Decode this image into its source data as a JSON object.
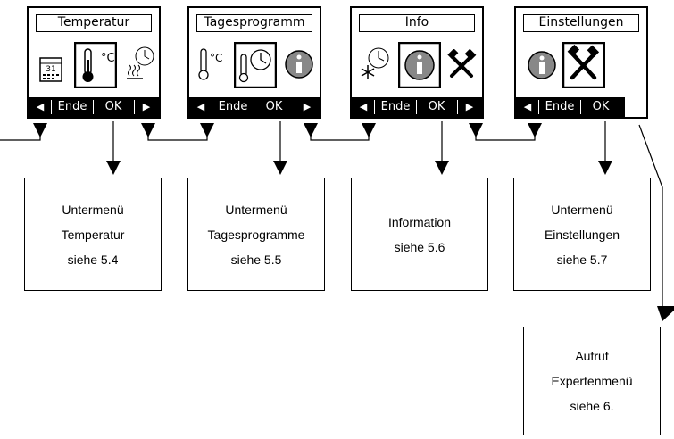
{
  "screens": [
    {
      "title": "Temperatur",
      "arrow_left": "◀",
      "ende": "Ende",
      "ok": "OK",
      "arrow_right": "▶"
    },
    {
      "title": "Tagesprogramm",
      "arrow_left": "◀",
      "ende": "Ende",
      "ok": "OK",
      "arrow_right": "▶"
    },
    {
      "title": "Info",
      "arrow_left": "◀",
      "ende": "Ende",
      "ok": "OK",
      "arrow_right": "▶"
    },
    {
      "title": "Einstellungen",
      "arrow_left": "◀",
      "ende": "Ende",
      "ok": "OK"
    }
  ],
  "icons": {
    "temperatur": [
      "calendar-icon",
      "thermometer-icon",
      "heating-clock-icon"
    ],
    "tagesprogramm": [
      "thermometer-icon",
      "clock-icon",
      "info-icon"
    ],
    "info": [
      "frost-clock-icon",
      "info-icon",
      "tools-icon"
    ],
    "einstellungen": [
      "info-icon",
      "tools-icon"
    ],
    "calendar_day": "31",
    "celsius": "°C"
  },
  "boxes": [
    {
      "line1": "Untermenü",
      "line2": "Temperatur",
      "line3": "siehe 5.4"
    },
    {
      "line1": "Untermenü",
      "line2": "Tagesprogramme",
      "line3": "siehe 5.5"
    },
    {
      "line1": "Information",
      "line2": "siehe 5.6"
    },
    {
      "line1": "Untermenü",
      "line2": "Einstellungen",
      "line3": "siehe 5.7"
    },
    {
      "line1": "Aufruf",
      "line2": "Expertenmenü",
      "line3": "siehe 6."
    }
  ]
}
